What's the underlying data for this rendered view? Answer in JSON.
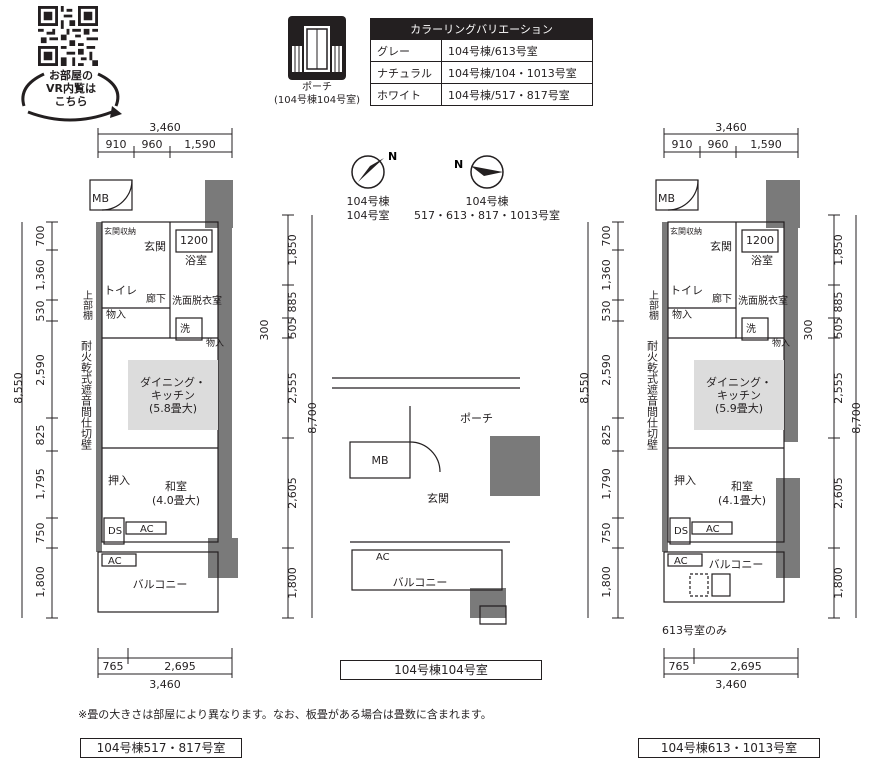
{
  "vr_badge": {
    "lines": [
      "お部屋の",
      "VR内覧は",
      "こちら"
    ]
  },
  "porch_icon": {
    "caption_line1": "ポーチ",
    "caption_line2": "(104号棟104号室)"
  },
  "color_table": {
    "title": "カラーリングバリエーション",
    "rows": [
      {
        "color": "グレー",
        "units": "104号棟/613号室"
      },
      {
        "color": "ナチュラル",
        "units": "104号棟/104・1013号室"
      },
      {
        "color": "ホワイト",
        "units": "104号棟/517・817号室"
      }
    ]
  },
  "compass": [
    {
      "letter": "N",
      "line1": "104号棟",
      "line2": "104号室"
    },
    {
      "letter": "N",
      "line1": "104号棟",
      "line2": "517・613・817・1013号室"
    }
  ],
  "plan_left": {
    "caption": "104号棟517・817号室",
    "top_total": "3,460",
    "top_dims": [
      "910",
      "960",
      "1,590"
    ],
    "bottom_dims": [
      "765",
      "2,695"
    ],
    "bottom_total": "3,460",
    "left_total": "8,550",
    "left_dims": [
      "700",
      "1,360",
      "530",
      "2,590",
      "825",
      "1,795",
      "750",
      "1,800"
    ],
    "right_total": "8,700",
    "right_dims": [
      "1,850",
      "885",
      "505",
      "2,555",
      "2,605",
      "1,800"
    ],
    "right_extra": "300",
    "labels": {
      "mb": "MB",
      "entrance_storage": "玄関収納",
      "entrance": "玄関",
      "bath_size": "1200",
      "bath": "浴室",
      "upper_shelf": "上部棚",
      "toilet": "トイレ",
      "hall": "廊下",
      "storage": "物入",
      "washroom": "洗面脱衣室",
      "washer": "洗",
      "storage2": "物入",
      "wall_label": "耐火乾式遮音間仕切壁",
      "dining_1": "ダイニング・",
      "dining_2": "キッチン",
      "dining_size": "(5.8畳大)",
      "oshiire": "押入",
      "washitsu": "和室",
      "washitsu_size": "(4.0畳大)",
      "ds": "DS",
      "ac1": "AC",
      "ac2": "AC",
      "balcony": "バルコニー"
    }
  },
  "plan_right": {
    "caption": "104号棟613・1013号室",
    "top_total": "3,460",
    "top_dims": [
      "910",
      "960",
      "1,590"
    ],
    "bottom_dims": [
      "765",
      "2,695"
    ],
    "bottom_total": "3,460",
    "left_total": "8,550",
    "left_dims": [
      "700",
      "1,360",
      "530",
      "2,590",
      "825",
      "1,790",
      "750",
      "1,800"
    ],
    "right_total": "8,700",
    "right_dims": [
      "1,850",
      "885",
      "505",
      "2,555",
      "2,605",
      "1,800"
    ],
    "right_extra": "300",
    "only_613": "613号室のみ",
    "labels": {
      "mb": "MB",
      "entrance_storage": "玄関収納",
      "entrance": "玄関",
      "bath_size": "1200",
      "bath": "浴室",
      "upper_shelf": "上部棚",
      "toilet": "トイレ",
      "hall": "廊下",
      "storage": "物入",
      "washroom": "洗面脱衣室",
      "washer": "洗",
      "storage2": "物入",
      "wall_label": "耐火乾式遮音間仕切壁",
      "dining_1": "ダイニング・",
      "dining_2": "キッチン",
      "dining_size": "(5.9畳大)",
      "oshiire": "押入",
      "washitsu": "和室",
      "washitsu_size": "(4.1畳大)",
      "ds": "DS",
      "ac1": "AC",
      "ac2": "AC",
      "balcony": "バルコニー"
    }
  },
  "plan_center": {
    "caption": "104号棟104号室",
    "porch": "ポーチ",
    "mb": "MB",
    "entrance": "玄関",
    "ac": "AC",
    "balcony": "バルコニー"
  },
  "footnote": "※畳の大きさは部屋により異なります。なお、板畳がある場合は畳数に含まれます。"
}
